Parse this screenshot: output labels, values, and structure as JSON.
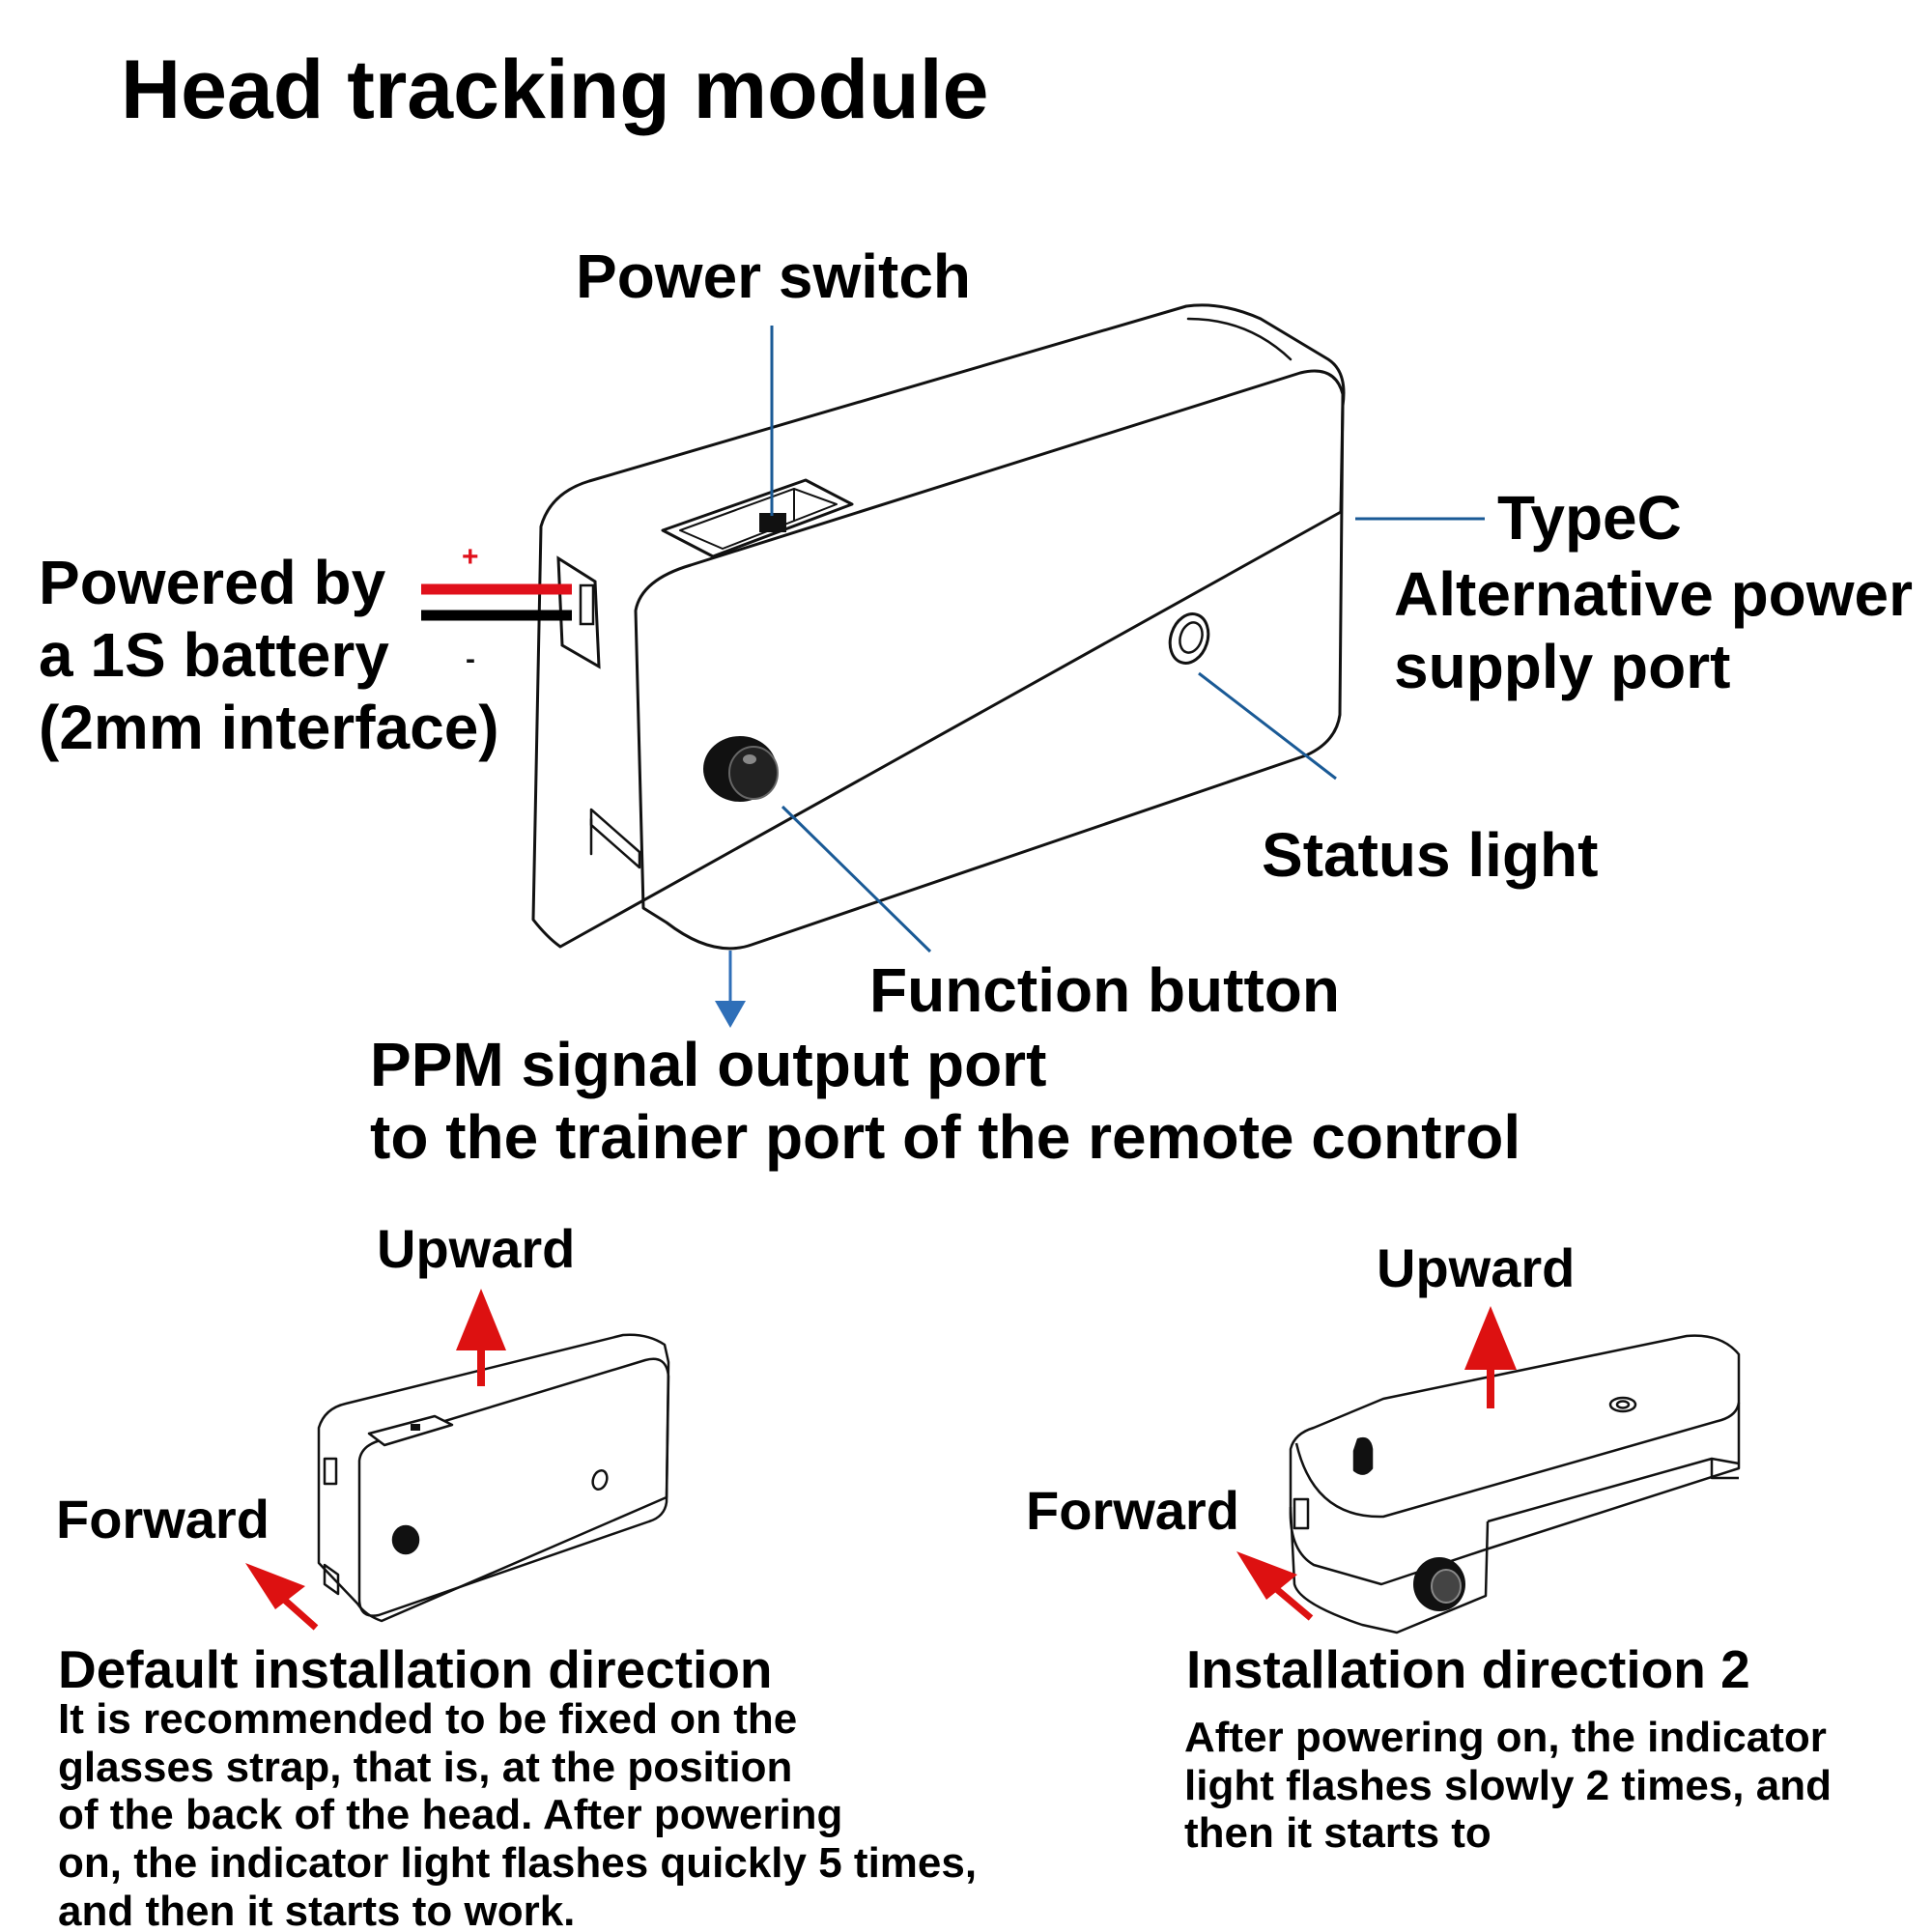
{
  "title": "Head tracking module",
  "labels": {
    "power_switch": "Power switch",
    "battery": [
      "Powered by",
      "a 1S battery",
      "(2mm interface)"
    ],
    "typec": [
      "TypeC",
      "Alternative power",
      "supply port"
    ],
    "status_light": "Status light",
    "function_button": "Function button",
    "ppm": [
      "PPM signal output port",
      "to the trainer port of the remote control"
    ],
    "plus": "+",
    "minus": "-"
  },
  "default_install": {
    "up_label": "Upward",
    "fwd_label": "Forward",
    "heading": "Default installation direction",
    "text": [
      "It is recommended to be fixed on the",
      "glasses strap, that is, at the position",
      "of the back of the head. After powering",
      "on, the indicator light flashes quickly 5 times,",
      "and then it starts to work."
    ]
  },
  "install_2": {
    "up_label": "Upward",
    "fwd_label": "Forward",
    "heading": "Installation direction 2",
    "text": [
      "After powering on, the indicator",
      "light flashes slowly 2 times, and",
      "then it starts to"
    ]
  },
  "colors": {
    "leader_line": "#1a5a96",
    "ppm_arrow": "#2f6fb8",
    "direction_arrow": "#dd1111",
    "wire_red": "#e0101b",
    "wire_black": "#000000"
  }
}
